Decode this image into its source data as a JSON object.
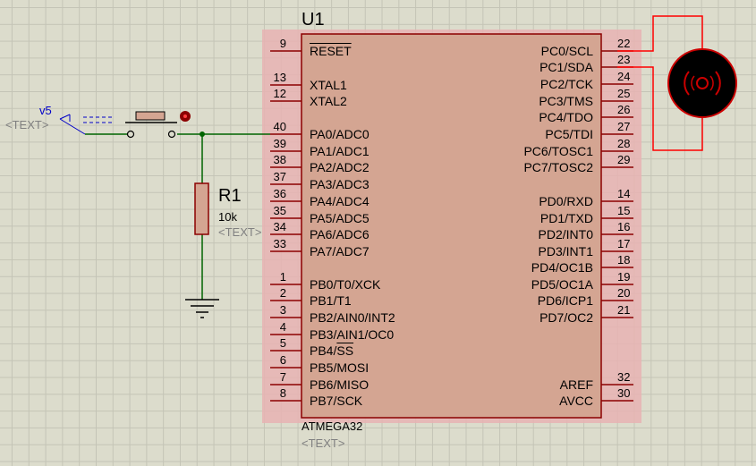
{
  "chip": {
    "ref": "U1",
    "part": "ATMEGA32",
    "text_placeholder": "<TEXT>",
    "left_pins": [
      {
        "num": "9",
        "name": "RESET",
        "overline": true
      },
      {
        "num": "13",
        "name": "XTAL1"
      },
      {
        "num": "12",
        "name": "XTAL2"
      },
      {
        "num": "40",
        "name": "PA0/ADC0"
      },
      {
        "num": "39",
        "name": "PA1/ADC1"
      },
      {
        "num": "38",
        "name": "PA2/ADC2"
      },
      {
        "num": "37",
        "name": "PA3/ADC3"
      },
      {
        "num": "36",
        "name": "PA4/ADC4"
      },
      {
        "num": "35",
        "name": "PA5/ADC5"
      },
      {
        "num": "34",
        "name": "PA6/ADC6"
      },
      {
        "num": "33",
        "name": "PA7/ADC7"
      },
      {
        "num": "1",
        "name": "PB0/T0/XCK"
      },
      {
        "num": "2",
        "name": "PB1/T1"
      },
      {
        "num": "3",
        "name": "PB2/AIN0/INT2"
      },
      {
        "num": "4",
        "name": "PB3/AIN1/OC0"
      },
      {
        "num": "5",
        "name": "PB4/SS",
        "overline_part": "SS"
      },
      {
        "num": "6",
        "name": "PB5/MOSI"
      },
      {
        "num": "7",
        "name": "PB6/MISO"
      },
      {
        "num": "8",
        "name": "PB7/SCK"
      }
    ],
    "right_pins": [
      {
        "num": "22",
        "name": "PC0/SCL"
      },
      {
        "num": "23",
        "name": "PC1/SDA"
      },
      {
        "num": "24",
        "name": "PC2/TCK"
      },
      {
        "num": "25",
        "name": "PC3/TMS"
      },
      {
        "num": "26",
        "name": "PC4/TDO"
      },
      {
        "num": "27",
        "name": "PC5/TDI"
      },
      {
        "num": "28",
        "name": "PC6/TOSC1"
      },
      {
        "num": "29",
        "name": "PC7/TOSC2"
      },
      {
        "num": "14",
        "name": "PD0/RXD"
      },
      {
        "num": "15",
        "name": "PD1/TXD"
      },
      {
        "num": "16",
        "name": "PD2/INT0"
      },
      {
        "num": "17",
        "name": "PD3/INT1"
      },
      {
        "num": "18",
        "name": "PD4/OC1B"
      },
      {
        "num": "19",
        "name": "PD5/OC1A"
      },
      {
        "num": "20",
        "name": "PD6/ICP1"
      },
      {
        "num": "21",
        "name": "PD7/OC2"
      },
      {
        "num": "32",
        "name": "AREF"
      },
      {
        "num": "30",
        "name": "AVCC"
      }
    ]
  },
  "resistor": {
    "ref": "R1",
    "value": "10k",
    "text_placeholder": "<TEXT>"
  },
  "power": {
    "label": "v5",
    "text_placeholder": "<TEXT>"
  },
  "colors": {
    "chip_fill": "#d4a592",
    "chip_highlight": "#e8b3b3",
    "pin_red": "#8b0000",
    "wire_green": "#006400",
    "motor_red": "#ff0000"
  },
  "icons": [
    "dc-motor-icon",
    "pushbutton-icon",
    "ground-icon",
    "terminal-icon"
  ]
}
